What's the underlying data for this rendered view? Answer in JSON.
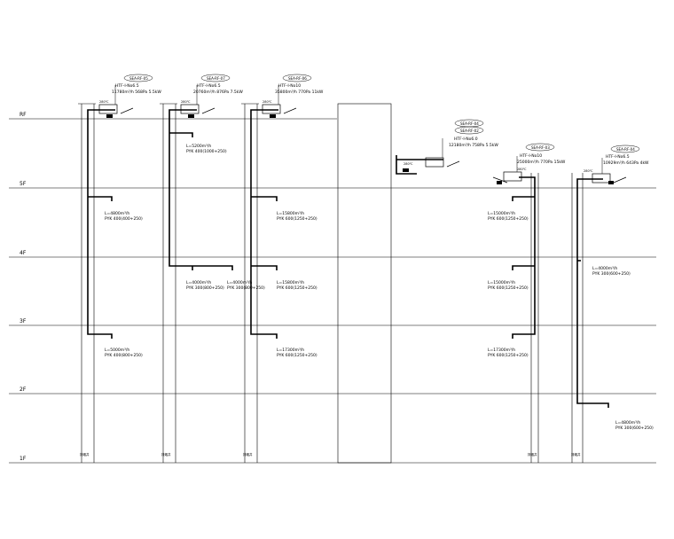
{
  "floors": [
    "1F",
    "2F",
    "3F",
    "4F",
    "5F",
    "RF"
  ],
  "systems": [
    {
      "tag": "SEA-RF-05",
      "fan": "HTF-I-No6.5",
      "spec": "11780m³/h 568Pa 5.5kW",
      "branches": [
        {
          "flow": "L=4800m³/h",
          "duct": "PYK 400(400+250)"
        },
        {
          "flow": "L=5000m³/h",
          "duct": "PYK 400(800+250)"
        }
      ]
    },
    {
      "tag": "SEA-RF-07",
      "fan": "HTF-I-No6.5",
      "spec": "20760m³/h 876Pa 7.5kW",
      "branches": [
        {
          "flow": "L=5200m³/h",
          "duct": "PYK 400(1000+250)"
        },
        {
          "flow": "L=4000m³/h",
          "duct": "PYK 300(800+250)"
        },
        {
          "flow": "L=4000m³/h",
          "duct": "PYK 300(800+250)"
        }
      ]
    },
    {
      "tag": "SEA-RF-06",
      "fan": "HTF-I-No10",
      "spec": "35800m³/h 770Pa 11kW",
      "branches": [
        {
          "flow": "L=15800m³/h",
          "duct": "PYK 600(1250+250)"
        },
        {
          "flow": "L=15800m³/h",
          "duct": "PYK 600(1250+250)"
        },
        {
          "flow": "L=17300m³/h",
          "duct": "PYK 600(1250+250)"
        }
      ]
    },
    {
      "tag": "SEA-RF-04",
      "tag2": "SEA-RF-02",
      "fan": "HTF-I-No6.0",
      "spec": "12180m³/h 758Pa 5.5kW"
    },
    {
      "tag": "SEA-RF-03",
      "fan": "HTF-I-No10",
      "spec": "25000m³/h 770Pa 15kW",
      "branches": [
        {
          "flow": "L=15000m³/h",
          "duct": "PYK 600(1250+250)"
        },
        {
          "flow": "L=15000m³/h",
          "duct": "PYK 600(1250+250)"
        },
        {
          "flow": "L=17300m³/h",
          "duct": "PYK 600(1250+250)"
        }
      ]
    },
    {
      "tag": "SEA-RF-04",
      "fan": "HTF-I-No6.5",
      "spec": "10929m³/h 643Pa 4kW",
      "branches": [
        {
          "flow": "L=4000m³/h",
          "duct": "PYK 300(600+250)"
        },
        {
          "flow": "L=4800m³/h",
          "duct": "PYK 300(600+250)"
        }
      ]
    }
  ],
  "damper": "280℃",
  "shaft_tag": "排烟井",
  "colors": {
    "line": "#000000",
    "background": "#ffffff"
  }
}
